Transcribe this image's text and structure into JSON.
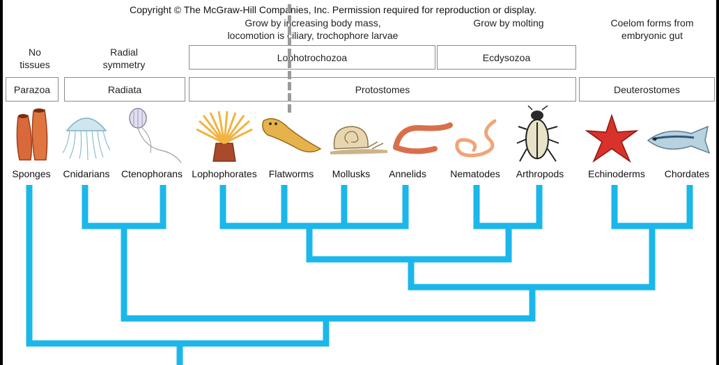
{
  "copyright": "Copyright © The McGraw-Hill Companies, Inc. Permission required for reproduction or display.",
  "traits": {
    "no_tissues": [
      "No",
      "tissues"
    ],
    "radial_symmetry": [
      "Radial",
      "symmetry"
    ],
    "lophotrochozoa": [
      "Grow by increasing body mass,",
      "locomotion is ciliary, trochophore larvae"
    ],
    "ecdysozoa": "Grow by molting",
    "deuterostomes": [
      "Coelom forms from",
      "embryonic gut"
    ]
  },
  "boxes": {
    "parazoa": "Parazoa",
    "radiata": "Radiata",
    "lophotrochozoa": "Lophotrochozoa",
    "ecdysozoa": "Ecdysozoa",
    "protostomes": "Protostomes",
    "deuterostomes": "Deuterostomes"
  },
  "taxa": [
    "Sponges",
    "Cnidarians",
    "Ctenophorans",
    "Lophophorates",
    "Flatworms",
    "Mollusks",
    "Annelids",
    "Nematodes",
    "Arthropods",
    "Echinoderms",
    "Chordates"
  ],
  "colors": {
    "tree": "#1bb7ea",
    "box_border": "#8a8a8a",
    "background": "#ffffff"
  },
  "icons": [
    "sponge-icon",
    "jellyfish-icon",
    "comb-jelly-icon",
    "lophophorate-icon",
    "flatworm-icon",
    "snail-icon",
    "earthworm-icon",
    "nematode-icon",
    "beetle-icon",
    "starfish-icon",
    "fish-icon"
  ]
}
